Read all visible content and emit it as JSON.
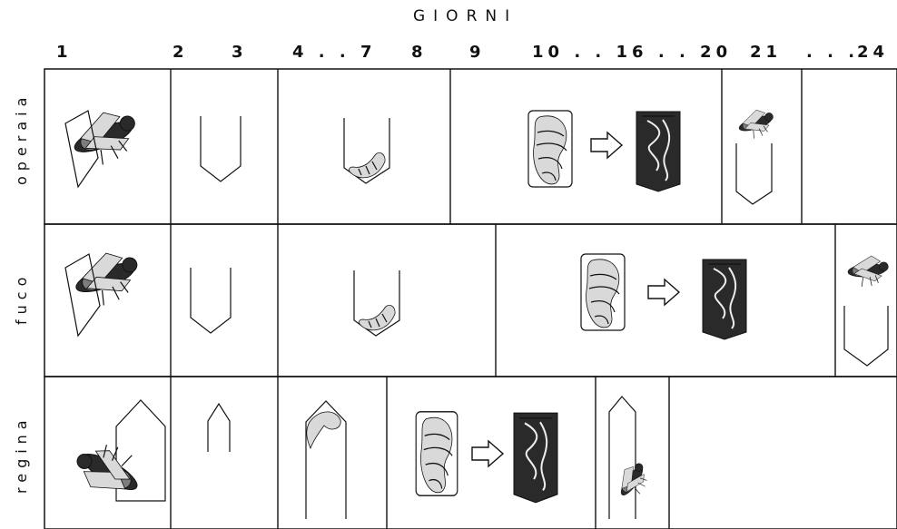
{
  "header": {
    "title": "GIORNI",
    "days": [
      "1",
      "2",
      "3",
      "4 . . 7",
      "8",
      "9",
      "10 . . 16 . . 20",
      "21",
      ". . .",
      "24"
    ]
  },
  "rows": [
    {
      "label": "operaia"
    },
    {
      "label": "fuco"
    },
    {
      "label": "regina"
    }
  ],
  "stages_icons": [
    "bee-icon",
    "empty-cell-icon",
    "larva-icon",
    "pupa-icon",
    "capped-cell-icon",
    "arrow-icon"
  ]
}
